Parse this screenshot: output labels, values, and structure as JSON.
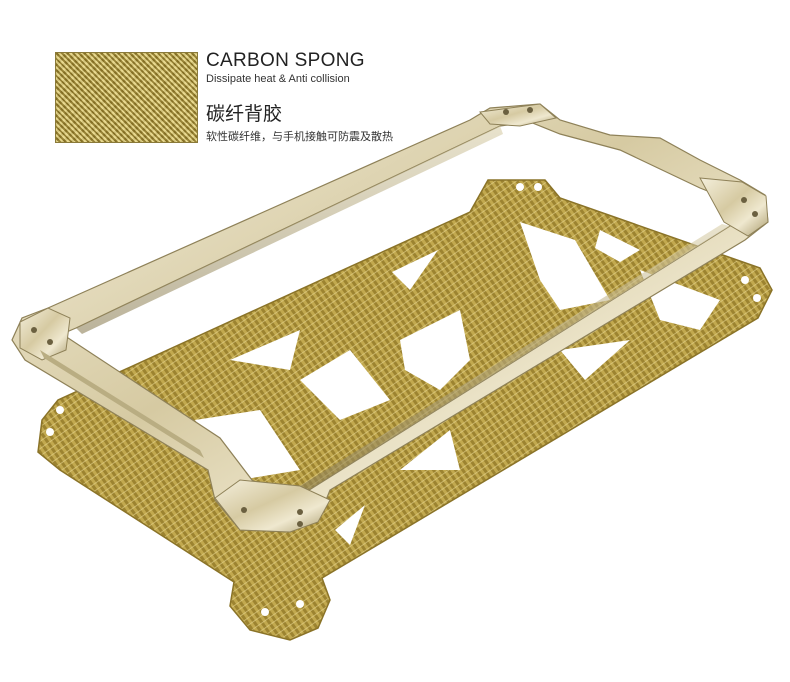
{
  "header": {
    "title_en": "CARBON SPONG",
    "subtitle_en": "Dissipate heat & Anti collision",
    "title_cn": "碳纤背胶",
    "subtitle_cn": "软性碳纤维，与手机接触可防震及散热"
  },
  "swatch": {
    "material": "carbon-fiber",
    "color": "#b9a24a"
  },
  "colors": {
    "carbon_gold": "#c2a94f",
    "carbon_dark": "#6e5a14",
    "metal_light": "#ece6cf",
    "metal_mid": "#cfc39a",
    "metal_dark": "#8e8158"
  }
}
